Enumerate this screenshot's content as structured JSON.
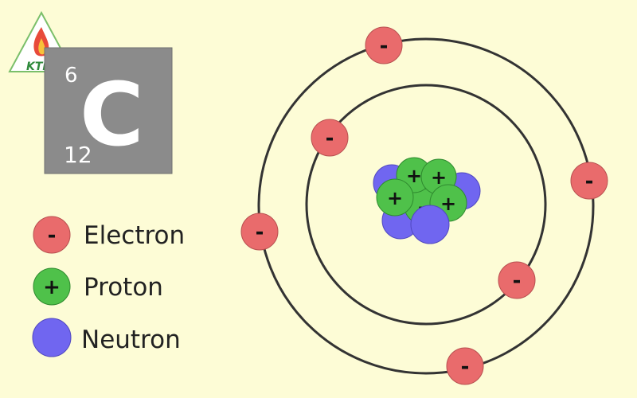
{
  "logo": {
    "text": "KTP"
  },
  "element_tile": {
    "symbol": "C",
    "atomic_number": "6",
    "mass_number": "12"
  },
  "legend": {
    "electron_label": "Electron",
    "proton_label": "Proton",
    "neutron_label": "Neutron"
  },
  "symbols": {
    "electron": "-",
    "proton": "+"
  },
  "colors": {
    "background": "#fdfcd6",
    "electron": "#e96b6c",
    "proton": "#4fc14a",
    "neutron": "#7066f0",
    "orbit": "#333333",
    "tile": "#8b8b8b"
  }
}
